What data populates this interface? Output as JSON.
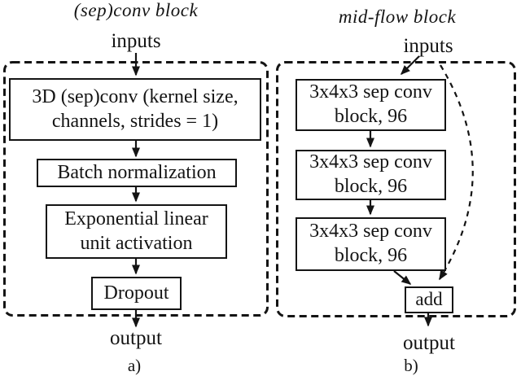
{
  "diagram": {
    "left_panel": {
      "title": "(sep)conv block",
      "inputs_label": "inputs",
      "boxes": {
        "conv": "3D (sep)conv (kernel size,\nchannels, strides = 1)",
        "batch_norm": "Batch normalization",
        "elu": "Exponential linear\nunit activation",
        "dropout": "Dropout"
      },
      "output_label": "output",
      "caption": "a)"
    },
    "right_panel": {
      "title": "mid-flow block",
      "inputs_label": "inputs",
      "boxes": {
        "sep_conv_1": "3x4x3 sep conv\nblock, 96",
        "sep_conv_2": "3x4x3 sep conv\nblock, 96",
        "sep_conv_3": "3x4x3 sep conv\nblock, 96",
        "add": "add"
      },
      "output_label": "output",
      "caption": "b)"
    },
    "colors": {
      "ink": "#141414",
      "background": "#ffffff"
    }
  }
}
